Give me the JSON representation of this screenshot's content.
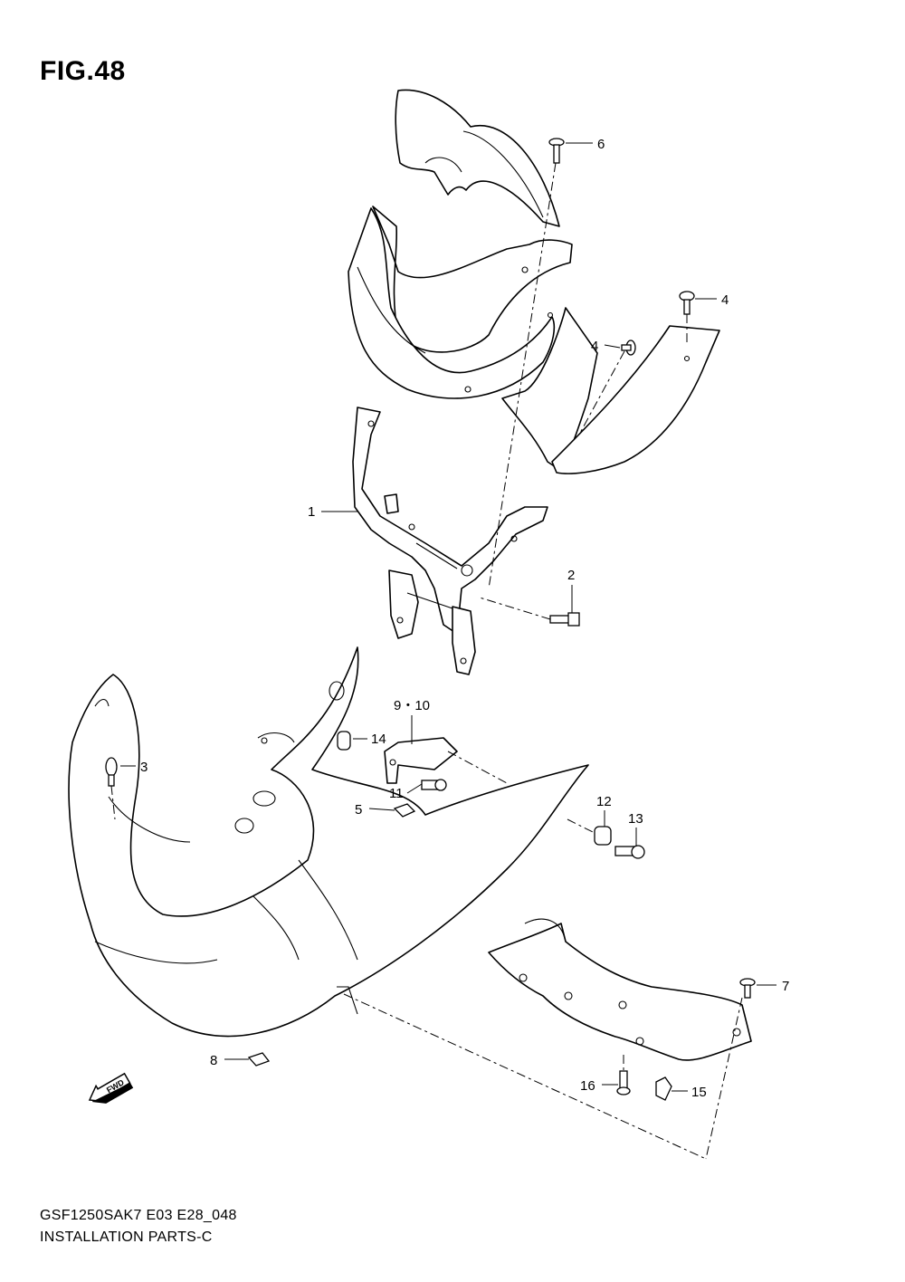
{
  "figure": {
    "title": "FIG.48",
    "model_code": "GSF1250SAK7  E03  E28_048",
    "caption": "INSTALLATION PARTS-C",
    "fwd_label": "FWD"
  },
  "callouts": {
    "c1": "1",
    "c2": "2",
    "c3": "3",
    "c4a": "4",
    "c4b": "4",
    "c5": "5",
    "c6": "6",
    "c7": "7",
    "c8": "8",
    "c910": "9・10",
    "c11": "11",
    "c12": "12",
    "c13": "13",
    "c14": "14",
    "c15": "15",
    "c16": "16"
  }
}
